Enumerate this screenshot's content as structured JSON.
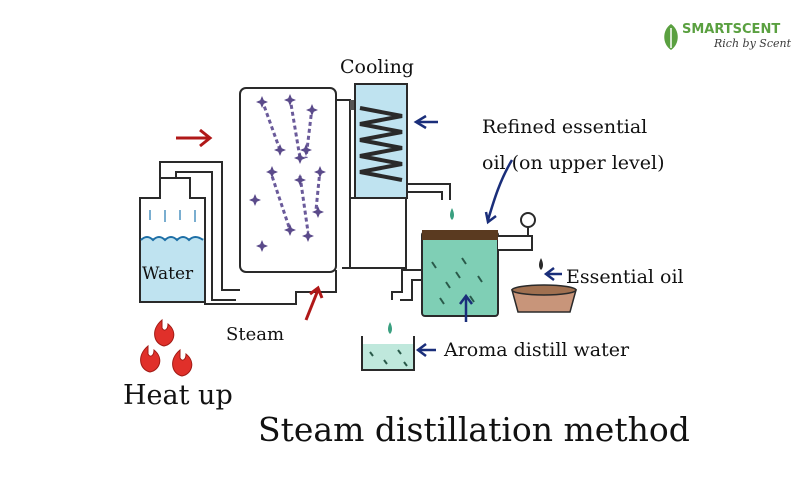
{
  "brand": {
    "name": "SMARTSCENT",
    "tagline": "Rich by Scent",
    "color": "#5aa040"
  },
  "labels": {
    "cooling": "Cooling",
    "refined_line1": "Refined   essential",
    "refined_line2": "oil (on upper level)",
    "water": "Water",
    "steam": "Steam",
    "essential_oil": "Essential oil",
    "aroma": "Aroma distill water",
    "heat": "Heat up",
    "title": "Steam distillation method"
  },
  "colors": {
    "outline": "#2a2a2a",
    "water": "#bfe3f0",
    "oil_tank": "#7fcfb5",
    "herb": "#6a5a9a",
    "flame": "#e0302a",
    "red_arrow": "#b01818",
    "blue_arrow": "#1a2e7a",
    "oil_bowl": "#a07050"
  }
}
